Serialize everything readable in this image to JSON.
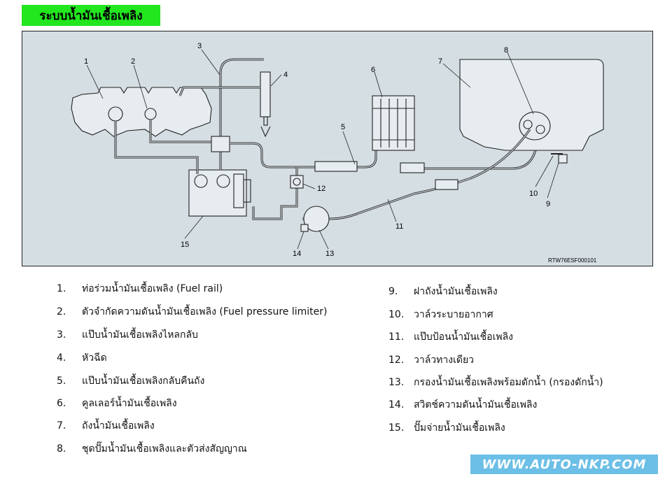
{
  "title": "ระบบน้ำมันเชื้อเพลิง",
  "diagram": {
    "ref_code": "RTW76ESF000101",
    "callouts": [
      "1",
      "2",
      "3",
      "4",
      "5",
      "6",
      "7",
      "8",
      "9",
      "10",
      "11",
      "12",
      "13",
      "14",
      "15"
    ]
  },
  "legend": [
    {
      "num": "1.",
      "text": "ท่อร่วมน้ำมันเชื้อเพลิง (Fuel rail)"
    },
    {
      "num": "2.",
      "text": "ตัวจำกัดความดันน้ำมันเชื้อเพลิง (Fuel pressure limiter)"
    },
    {
      "num": "3.",
      "text": "แป๊บน้ำมันเชื้อเพลิงไหลกลับ"
    },
    {
      "num": "4.",
      "text": "หัวฉีด"
    },
    {
      "num": "5.",
      "text": "แป๊บน้ำมันเชื้อเพลิงกลับคืนถัง"
    },
    {
      "num": "6.",
      "text": "คูลเลอร์น้ำมันเชื้อเพลิง"
    },
    {
      "num": "7.",
      "text": "ถังน้ำมันเชื้อเพลิง"
    },
    {
      "num": "8.",
      "text": "ชุดปั๊มน้ำมันเชื้อเพลิงและตัวส่งสัญญาณ"
    },
    {
      "num": "9.",
      "text": "ฝาถังน้ำมันเชื้อเพลิง"
    },
    {
      "num": "10.",
      "text": "วาล์วระบายอากาศ"
    },
    {
      "num": "11.",
      "text": "แป๊บป้อนน้ำมันเชื้อเพลิง"
    },
    {
      "num": "12.",
      "text": "วาล์วทางเดียว"
    },
    {
      "num": "13.",
      "text": "กรองน้ำมันเชื้อเพลิงพร้อมดักน้ำ (กรองดักน้ำ)"
    },
    {
      "num": "14.",
      "text": "สวิตช์ความดันน้ำมันเชื้อเพลิง"
    },
    {
      "num": "15.",
      "text": "ปั๊มจ่ายน้ำมันเชื้อเพลิง"
    }
  ],
  "watermark": "WWW.AUTO-NKP.COM"
}
